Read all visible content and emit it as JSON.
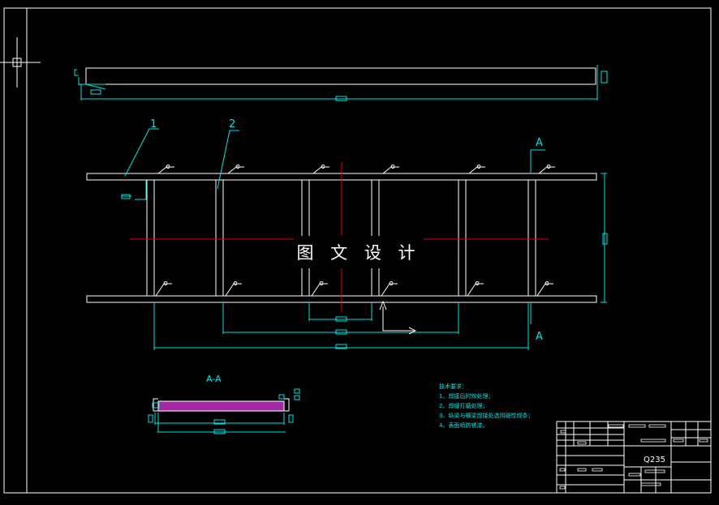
{
  "drawing": {
    "callouts": [
      "1",
      "2"
    ],
    "section_marks": [
      "A",
      "A"
    ],
    "section_title": "A-A",
    "watermark": "图 文 设 计",
    "material": "Q235",
    "notes": {
      "heading": "技术要求：",
      "items": [
        "1、焊接后时效处理；",
        "2、焊缝打磨处理；",
        "3、纵梁与横梁焊接处选用磁性焊条；",
        "4、表面喷防锈漆。"
      ]
    }
  },
  "colors": {
    "background": "#000000",
    "outline": "#ffffff",
    "dimension": "#00e5e5",
    "centerline": "#e00000",
    "hatch": "#cc33cc",
    "watermark_bg": "#000000"
  }
}
